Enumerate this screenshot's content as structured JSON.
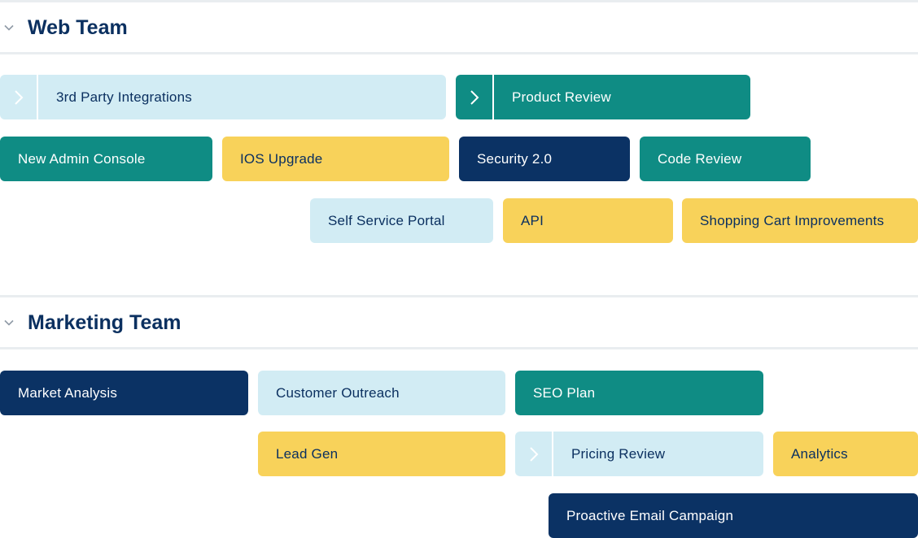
{
  "colors": {
    "light": "#d2ecf4",
    "teal": "#0f8c84",
    "yellow": "#f8d25a",
    "navy": "#0b3264",
    "title": "#0b3060"
  },
  "groups": [
    {
      "title": "Web Team",
      "icon": "chevron-down-icon",
      "items": [
        {
          "label": "3rd Party Integrations",
          "color": "light",
          "expander": "chevron-right-icon"
        },
        {
          "label": "Product Review",
          "color": "teal",
          "expander": "chevron-right-icon"
        },
        {
          "label": "New Admin Console",
          "color": "teal"
        },
        {
          "label": "IOS Upgrade",
          "color": "yellow"
        },
        {
          "label": "Security 2.0",
          "color": "navy"
        },
        {
          "label": "Code Review",
          "color": "teal"
        },
        {
          "label": "Self Service Portal",
          "color": "light"
        },
        {
          "label": "API",
          "color": "yellow"
        },
        {
          "label": "Shopping Cart Improvements",
          "color": "yellow"
        }
      ]
    },
    {
      "title": "Marketing Team",
      "icon": "chevron-down-icon",
      "items": [
        {
          "label": "Market Analysis",
          "color": "navy"
        },
        {
          "label": "Customer Outreach",
          "color": "light"
        },
        {
          "label": "SEO Plan",
          "color": "teal"
        },
        {
          "label": "Lead Gen",
          "color": "yellow"
        },
        {
          "label": "Pricing Review",
          "color": "light",
          "expander": "chevron-right-icon"
        },
        {
          "label": "Analytics",
          "color": "yellow"
        },
        {
          "label": "Proactive Email Campaign",
          "color": "navy"
        }
      ]
    }
  ]
}
